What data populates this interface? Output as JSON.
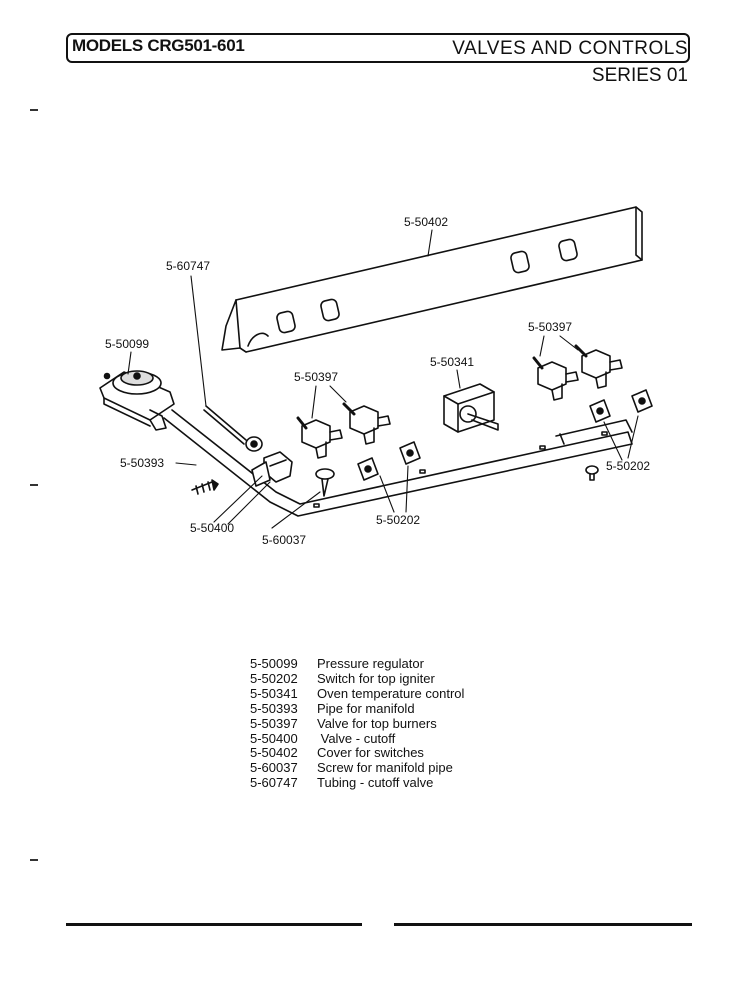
{
  "header": {
    "models": "MODELS CRG501-601",
    "section": "VALVES AND CONTROLS",
    "series": "SERIES 01"
  },
  "callouts": {
    "cover": "5-50402",
    "tubing": "5-60747",
    "regulator": "5-50099",
    "valves_right": "5-50397",
    "oven_control": "5-50341",
    "valves_left": "5-50397",
    "pipe": "5-50393",
    "switches_right": "5-50202",
    "cutoff_valve": "5-50400",
    "screw": "5-60037",
    "switches_left": "5-50202"
  },
  "parts": [
    {
      "number": "5-50099",
      "description": "Pressure regulator"
    },
    {
      "number": "5-50202",
      "description": "Switch for top igniter"
    },
    {
      "number": "5-50341",
      "description": "Oven temperature control"
    },
    {
      "number": "5-50393",
      "description": "Pipe for manifold"
    },
    {
      "number": "5-50397",
      "description": "Valve for top burners"
    },
    {
      "number": "5-50400",
      "description": " Valve - cutoff"
    },
    {
      "number": "5-50402",
      "description": "Cover for switches"
    },
    {
      "number": "5-60037",
      "description": "Screw for manifold pipe"
    },
    {
      "number": "5-60747",
      "description": "Tubing - cutoff valve"
    }
  ]
}
